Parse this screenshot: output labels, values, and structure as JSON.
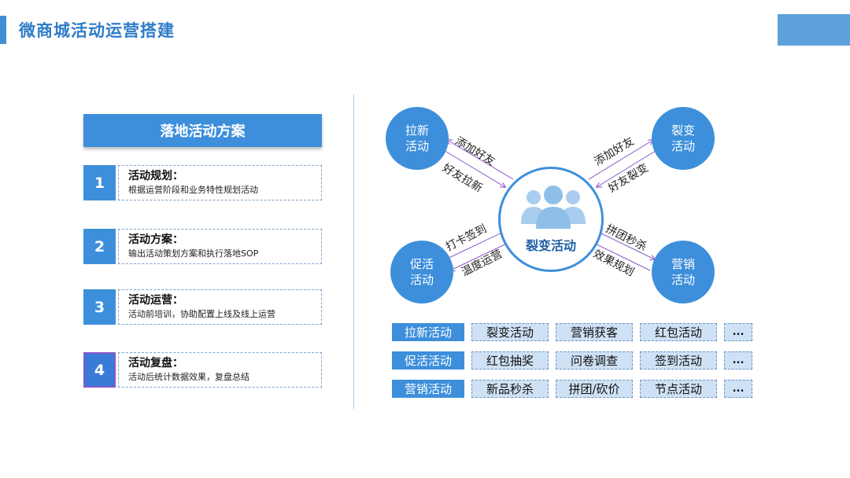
{
  "header": {
    "title": "微商城活动运营搭建"
  },
  "plan": {
    "title": "落地活动方案",
    "steps": [
      {
        "num": "1",
        "title": "活动规划：",
        "desc": "根据运营阶段和业务特性规划活动"
      },
      {
        "num": "2",
        "title": "活动方案：",
        "desc": "输出活动策划方案和执行落地SOP"
      },
      {
        "num": "3",
        "title": "活动运营：",
        "desc": "活动前培训，协助配置上线及线上运营"
      },
      {
        "num": "4",
        "title": "活动复盘：",
        "desc": "活动后统计数据效果，复盘总结"
      }
    ]
  },
  "diagram": {
    "center": "裂变活动",
    "nodes": {
      "top_left": "拉新\n活动",
      "top_right": "裂变\n活动",
      "bottom_left": "促活\n活动",
      "bottom_right": "营销\n活动"
    },
    "arrows": {
      "tl_outer": "添加好友",
      "tl_inner": "好友拉新",
      "tr_outer": "添加好友",
      "tr_inner": "好友裂变",
      "bl_outer": "打卡签到",
      "bl_inner": "温度运营",
      "br_outer": "拼团秒杀",
      "br_inner": "效果规划"
    }
  },
  "tags": [
    {
      "category": "拉新活动",
      "items": [
        "裂变活动",
        "营销获客",
        "红包活动"
      ],
      "more": "..."
    },
    {
      "category": "促活活动",
      "items": [
        "红包抽奖",
        "问卷调查",
        "签到活动"
      ],
      "more": "..."
    },
    {
      "category": "营销活动",
      "items": [
        "新品秒杀",
        "拼团/砍价",
        "节点活动"
      ],
      "more": "..."
    }
  ],
  "colors": {
    "accent": "#3d8fdb",
    "title": "#2f7cc8",
    "tag_bg": "#cfe1f4"
  }
}
